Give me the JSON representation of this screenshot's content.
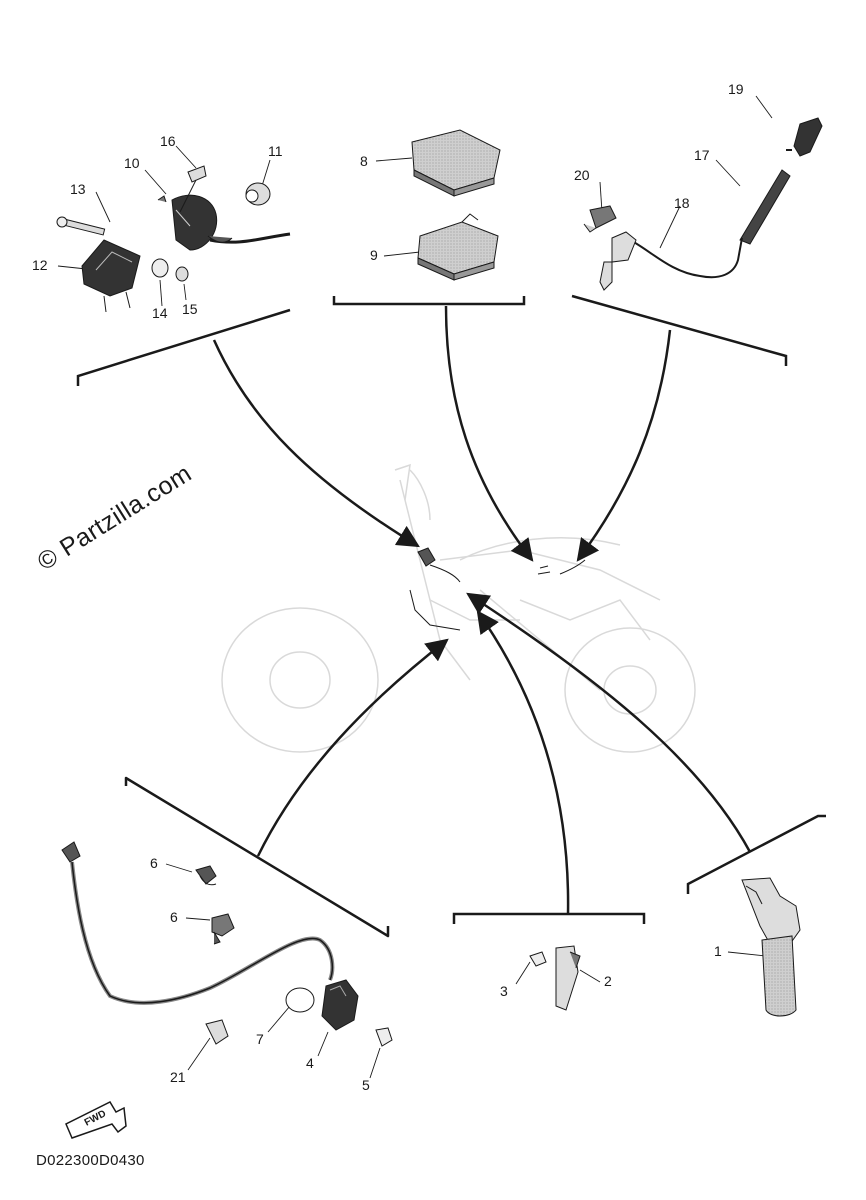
{
  "callouts": {
    "c1": "1",
    "c2": "2",
    "c3": "3",
    "c4": "4",
    "c5": "5",
    "c6a": "6",
    "c6b": "6",
    "c7": "7",
    "c8": "8",
    "c9": "9",
    "c10": "10",
    "c11": "11",
    "c12": "12",
    "c13": "13",
    "c14": "14",
    "c15": "15",
    "c16": "16",
    "c17": "17",
    "c18": "18",
    "c19": "19",
    "c20": "20",
    "c21": "21"
  },
  "watermark": "© Partzilla.com",
  "direction_badge": "FWD",
  "diagram_code": "D022300D0430",
  "colors": {
    "line": "#1a1a1a",
    "part_fill": "#bdbdbd",
    "part_dark": "#3a3a3a",
    "ghost": "#d6d6d6"
  }
}
